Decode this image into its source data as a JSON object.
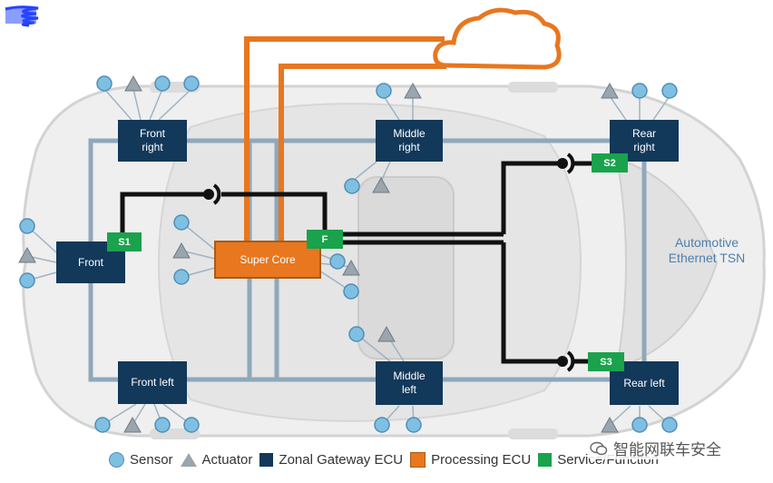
{
  "ecus": {
    "front_right": "Front\nright",
    "middle_right": "Middle\nright",
    "rear_right": "Rear\nright",
    "front": "Front",
    "front_left": "Front left",
    "middle_left": "Middle\nleft",
    "rear_left": "Rear left"
  },
  "super_core": "Super Core",
  "services": {
    "s1": "S1",
    "s2": "S2",
    "s3": "S3",
    "f": "F"
  },
  "network_label": "Automotive\nEthernet TSN",
  "legend": {
    "sensor": "Sensor",
    "actuator": "Actuator",
    "zonal": "Zonal Gateway ECU",
    "processing": "Processing ECU",
    "service": "Service/Function"
  },
  "watermark": "智能网联车安全",
  "colors": {
    "zonal": "#12385a",
    "processing": "#e8771f",
    "service": "#1aa24c",
    "sensor": "#7fc0e2",
    "actuator": "#9aa5ad",
    "tsn": "#8fa8bb",
    "tsn_label": "#4d7fae"
  }
}
